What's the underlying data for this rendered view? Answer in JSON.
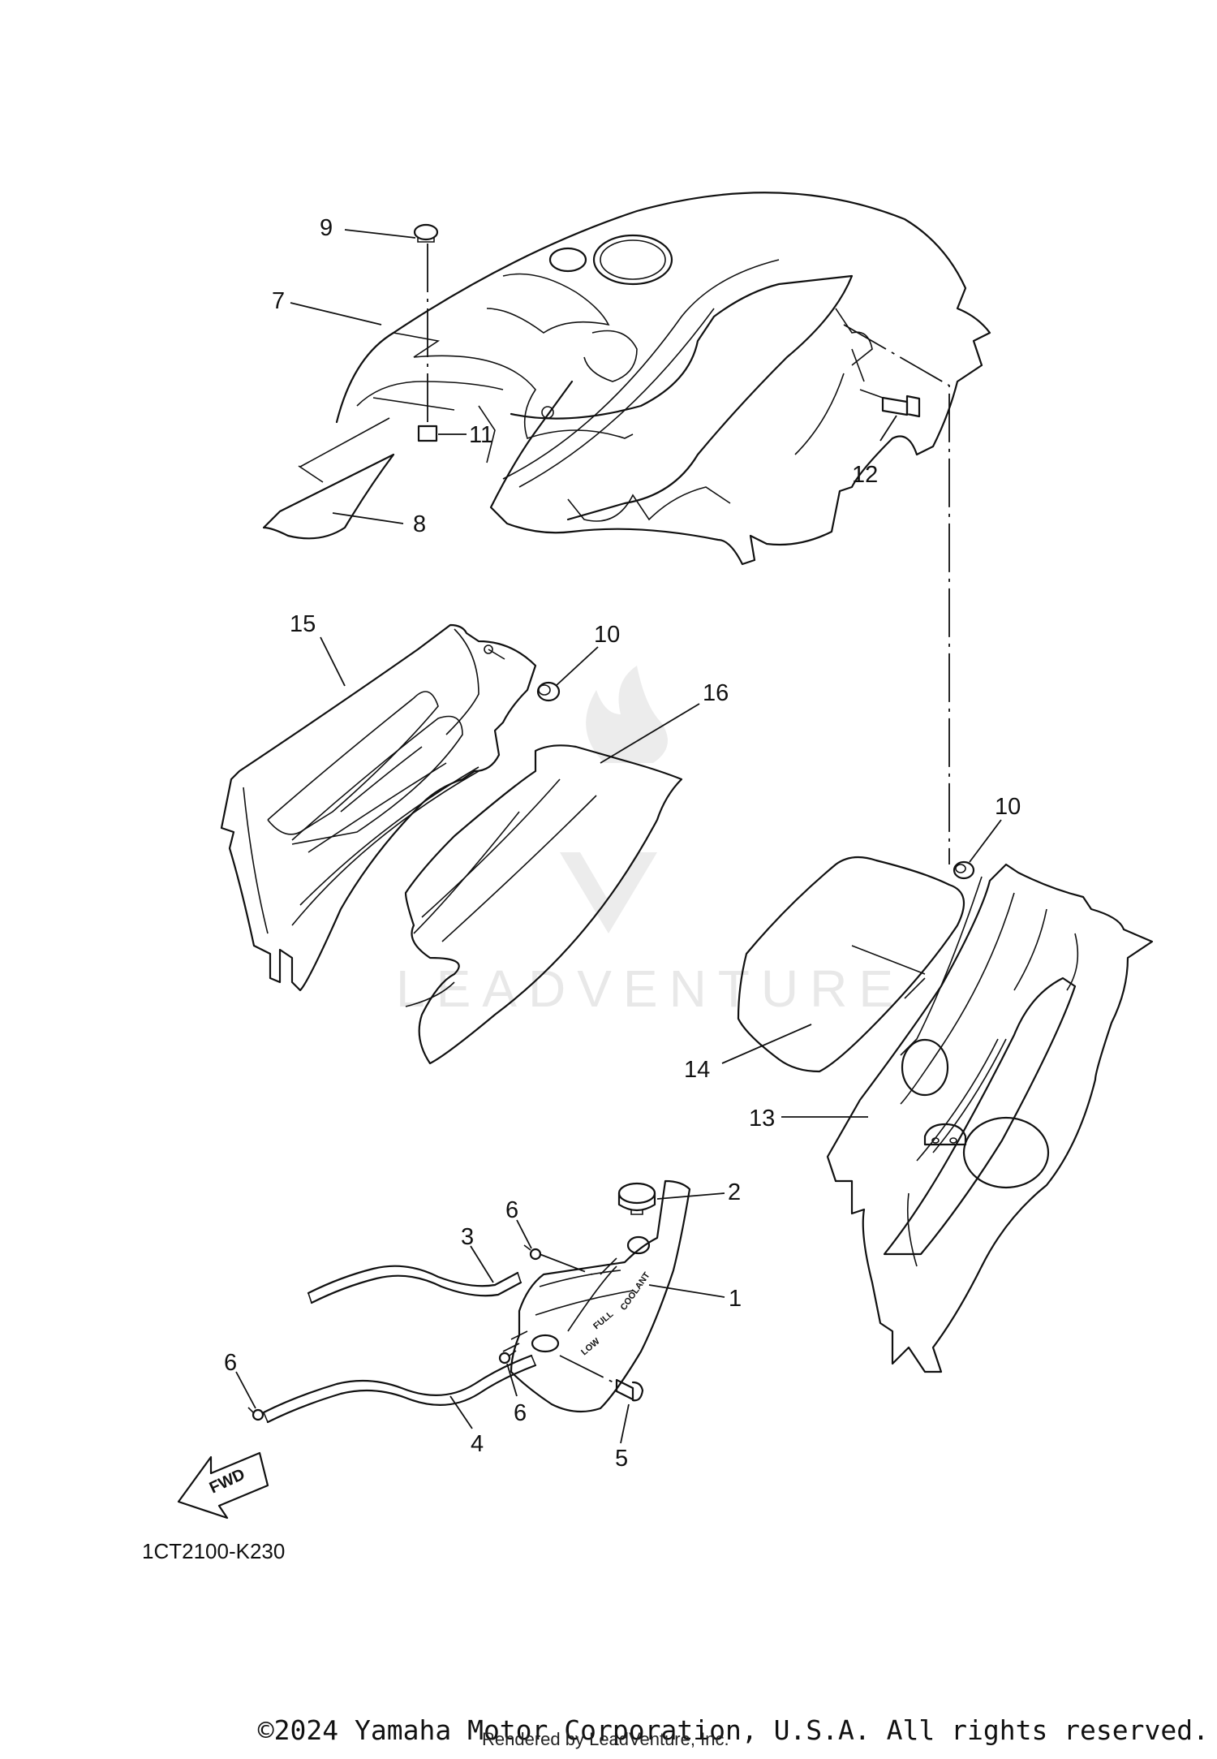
{
  "callouts": {
    "c1": "1",
    "c2": "2",
    "c3": "3",
    "c4": "4",
    "c5": "5",
    "c6a": "6",
    "c6b": "6",
    "c6c": "6",
    "c7": "7",
    "c8": "8",
    "c9": "9",
    "c10a": "10",
    "c10b": "10",
    "c11": "11",
    "c12": "12",
    "c13": "13",
    "c14": "14",
    "c15": "15",
    "c16": "16"
  },
  "tank_labels": {
    "full": "FULL",
    "low": "LOW",
    "coolant": "COOLANT"
  },
  "fwd_label": "FWD",
  "diagram_code": "1CT2100-K230",
  "watermark": "LEADVENTURE",
  "copyright": "©2024 Yamaha Motor Corporation, U.S.A. All rights reserved.",
  "rendered_by": "Rendered by LeadVenture, Inc."
}
